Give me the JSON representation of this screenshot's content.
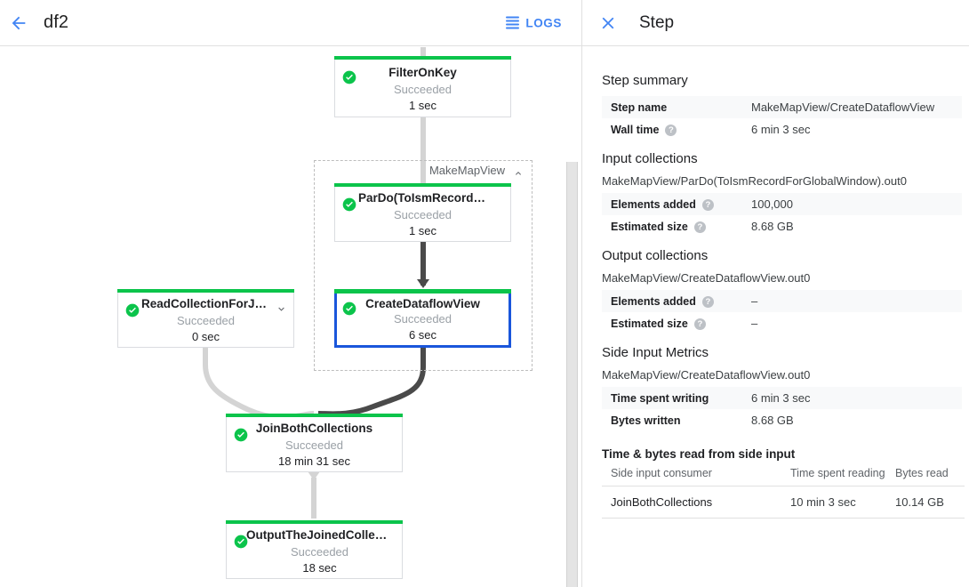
{
  "header": {
    "back_icon": "arrow-left-icon",
    "job_name": "df2",
    "logs_icon": "logs-lines-icon",
    "logs_label": "LOGS"
  },
  "graph": {
    "group": {
      "label": "MakeMapView",
      "chevron_icon": "chevron-up-icon"
    },
    "nodes": [
      {
        "id": "filter-on-key",
        "name": "FilterOnKey",
        "status": "Succeeded",
        "time": "1 sec",
        "status_icon": "check-circle-icon",
        "selected": false,
        "expandable": false
      },
      {
        "id": "pardo-toismrecord",
        "name": "ParDo(ToIsmRecordFor…",
        "status": "Succeeded",
        "time": "1 sec",
        "status_icon": "check-circle-icon",
        "selected": false,
        "expandable": false
      },
      {
        "id": "create-dataflow-view",
        "name": "CreateDataflowView",
        "status": "Succeeded",
        "time": "6 sec",
        "status_icon": "check-circle-icon",
        "selected": true,
        "expandable": false
      },
      {
        "id": "read-collection-for-join",
        "name": "ReadCollectionForJoin",
        "status": "Succeeded",
        "time": "0 sec",
        "status_icon": "check-circle-icon",
        "selected": false,
        "expandable": true,
        "expand_icon": "chevron-down-icon"
      },
      {
        "id": "join-both-collections",
        "name": "JoinBothCollections",
        "status": "Succeeded",
        "time": "18 min 31 sec",
        "status_icon": "check-circle-icon",
        "selected": false,
        "expandable": false
      },
      {
        "id": "output-the-joined-collection",
        "name": "OutputTheJoinedCollec…",
        "status": "Succeeded",
        "time": "18 sec",
        "status_icon": "check-circle-icon",
        "selected": false,
        "expandable": false
      }
    ]
  },
  "panel": {
    "close_icon": "close-x-icon",
    "title": "Step",
    "step_summary": {
      "title": "Step summary",
      "rows": [
        {
          "key": "Step name",
          "value": "MakeMapView/CreateDataflowView",
          "help": false
        },
        {
          "key": "Wall time",
          "value": "6 min 3 sec",
          "help": true
        }
      ]
    },
    "input_collections": {
      "title": "Input collections",
      "collection": "MakeMapView/ParDo(ToIsmRecordForGlobalWindow).out0",
      "rows": [
        {
          "key": "Elements added",
          "value": "100,000",
          "help": true
        },
        {
          "key": "Estimated size",
          "value": "8.68 GB",
          "help": true
        }
      ]
    },
    "output_collections": {
      "title": "Output collections",
      "collection": "MakeMapView/CreateDataflowView.out0",
      "rows": [
        {
          "key": "Elements added",
          "value": "–",
          "help": true
        },
        {
          "key": "Estimated size",
          "value": "–",
          "help": true
        }
      ]
    },
    "side_input_metrics": {
      "title": "Side Input Metrics",
      "collection": "MakeMapView/CreateDataflowView.out0",
      "rows": [
        {
          "key": "Time spent writing",
          "value": "6 min 3 sec",
          "help": false
        },
        {
          "key": "Bytes written",
          "value": "8.68 GB",
          "help": false
        }
      ]
    },
    "side_input_table": {
      "title": "Time & bytes read from side input",
      "columns": [
        "Side input consumer",
        "Time spent reading",
        "Bytes read"
      ],
      "rows": [
        [
          "JoinBothCollections",
          "10 min 3 sec",
          "10.14 GB"
        ]
      ]
    }
  },
  "colors": {
    "accent_green": "#0bc44b",
    "selection_blue": "#1a56db",
    "link_blue": "#4285f4",
    "edge_light": "#d4d4d4",
    "edge_dark": "#4a4a4a"
  }
}
